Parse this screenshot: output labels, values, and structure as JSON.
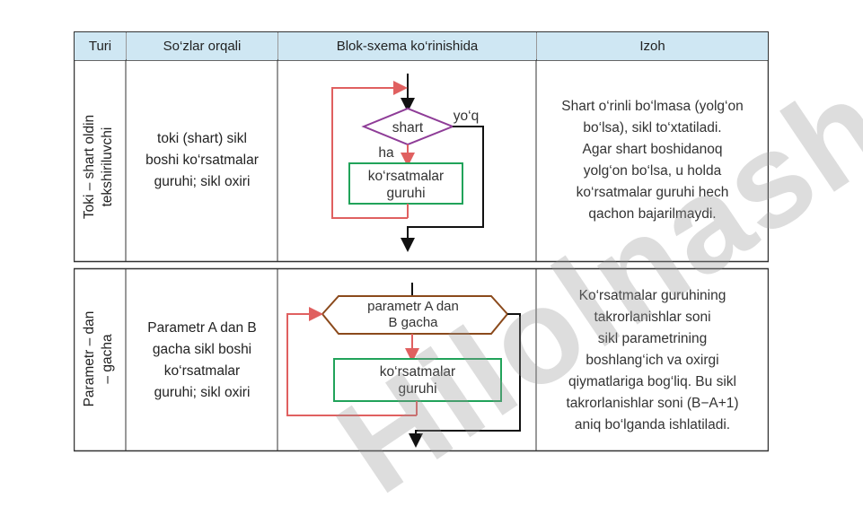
{
  "table": {
    "headers": [
      "Turi",
      "So‘zlar orqali",
      "Blok-sxema ko‘rinishida",
      "Izoh"
    ],
    "rows": [
      {
        "turi": [
          "Toki – shart oldin",
          "tekshiriluvchi"
        ],
        "sozlar": [
          "toki (shart) sikl",
          "boshi ko‘rsatmalar",
          "guruhi; sikl oxiri"
        ],
        "diagram": {
          "condition": "shart",
          "no_label": "yo‘q",
          "yes_label": "ha",
          "block": [
            "ko‘rsatmalar",
            "guruhi"
          ]
        },
        "izoh": [
          "Shart o‘rinli bo‘lmasa (yolg‘on",
          "bo‘lsa), sikl to‘xtatiladi.",
          "Agar shart boshidanoq",
          "yolg‘on bo‘lsa, u holda",
          "ko‘rsatmalar guruhi hech",
          "qachon bajarilmaydi."
        ]
      },
      {
        "turi": [
          "Parametr – dan",
          "– gacha"
        ],
        "sozlar": [
          "Parametr A dan B",
          "gacha sikl boshi",
          "ko‘rsatmalar",
          "guruhi; sikl oxiri"
        ],
        "diagram": {
          "param": [
            "parametr A dan",
            "B gacha"
          ],
          "block": [
            "ko‘rsatmalar",
            "guruhi"
          ]
        },
        "izoh": [
          "Ko‘rsatmalar guruhining",
          "takrorlanishlar soni",
          "sikl parametrining",
          "boshlang‘ich va oxirgi",
          "qiymatlariga bog‘liq. Bu sikl",
          "takrorlanishlar soni (B−A+1)",
          "aniq bo‘lganda ishlatiladi."
        ]
      }
    ]
  },
  "watermark": "Hilolnashr",
  "colors": {
    "header_bg": "#cfe7f3",
    "loop_line": "#e06060",
    "diamond": "#8e3c97",
    "block_border": "#21a35a",
    "hexagon": "#8b4a1c"
  }
}
